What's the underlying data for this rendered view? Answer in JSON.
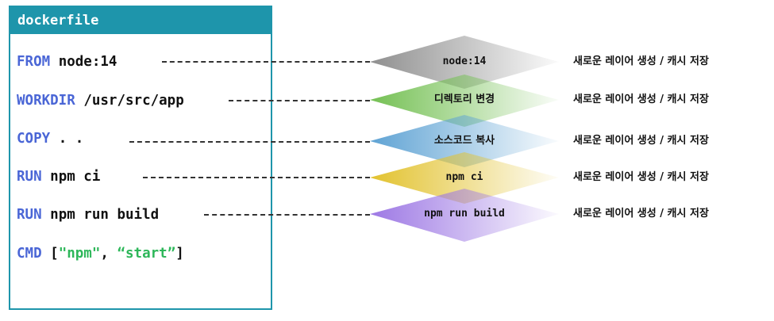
{
  "card": {
    "title": "dockerfile"
  },
  "instructions": [
    {
      "keyword": "FROM",
      "args": "node:14"
    },
    {
      "keyword": "WORKDIR",
      "args": "/usr/src/app"
    },
    {
      "keyword": "COPY",
      "args": ". ."
    },
    {
      "keyword": "RUN",
      "args": "npm ci"
    },
    {
      "keyword": "RUN",
      "args": "npm run build"
    },
    {
      "keyword": "CMD",
      "args_open": "[",
      "str1": "\"npm\"",
      "sep": ",",
      "str2": "“start”",
      "args_close": "]"
    }
  ],
  "layers": [
    {
      "label": "node:14",
      "color": "#8f8f8f"
    },
    {
      "label": "디렉토리 변경",
      "color": "#7cc35e"
    },
    {
      "label": "소스코드 복사",
      "color": "#6aa9d6"
    },
    {
      "label": "npm ci",
      "color": "#e1c23a"
    },
    {
      "label": "npm run build",
      "color": "#a27fe0"
    }
  ],
  "notes": [
    "새로운 레이어 생성 / 캐시 저장",
    "새로운 레이어 생성 / 캐시 저장",
    "새로운 레이어 생성 / 캐시 저장",
    "새로운 레이어 생성 / 캐시 저장",
    "새로운 레이어 생성 / 캐시 저장"
  ]
}
